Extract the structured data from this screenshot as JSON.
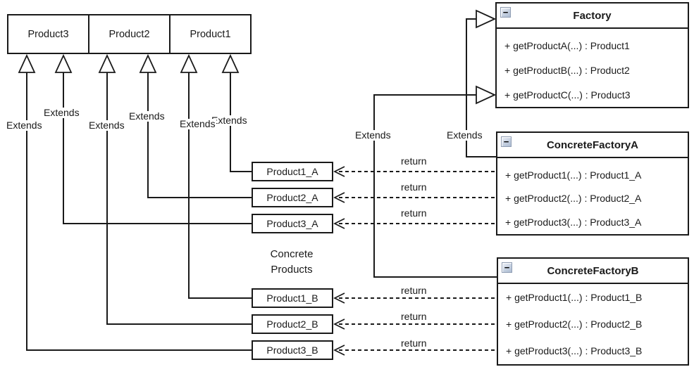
{
  "labels": {
    "extends": "Extends",
    "return": "return",
    "caption_line1": "Concrete",
    "caption_line2": "Products"
  },
  "icons": {
    "collapse_minus": "−"
  },
  "colors": {
    "line": "#1a1a1a",
    "background": "#ffffff",
    "collapse_button": "#c6d1e1"
  },
  "abstract_products": {
    "cells": [
      "Product3",
      "Product2",
      "Product1"
    ]
  },
  "factory": {
    "title": "Factory",
    "methods": [
      "+ getProductA(...) : Product1",
      "+ getProductB(...) : Product2",
      "+ getProductC(...) : Product3"
    ]
  },
  "concrete_factory_a": {
    "title": "ConcreteFactoryA",
    "methods": [
      "+ getProduct1(...) : Product1_A",
      "+ getProduct2(...) : Product2_A",
      "+ getProduct3(...) : Product3_A"
    ]
  },
  "concrete_factory_b": {
    "title": "ConcreteFactoryB",
    "methods": [
      "+ getProduct1(...) : Product1_B",
      "+ getProduct2(...) : Product2_B",
      "+ getProduct3(...) : Product3_B"
    ]
  },
  "concrete_products": {
    "group_a": [
      "Product1_A",
      "Product2_A",
      "Product3_A"
    ],
    "group_b": [
      "Product1_B",
      "Product2_B",
      "Product3_B"
    ]
  }
}
